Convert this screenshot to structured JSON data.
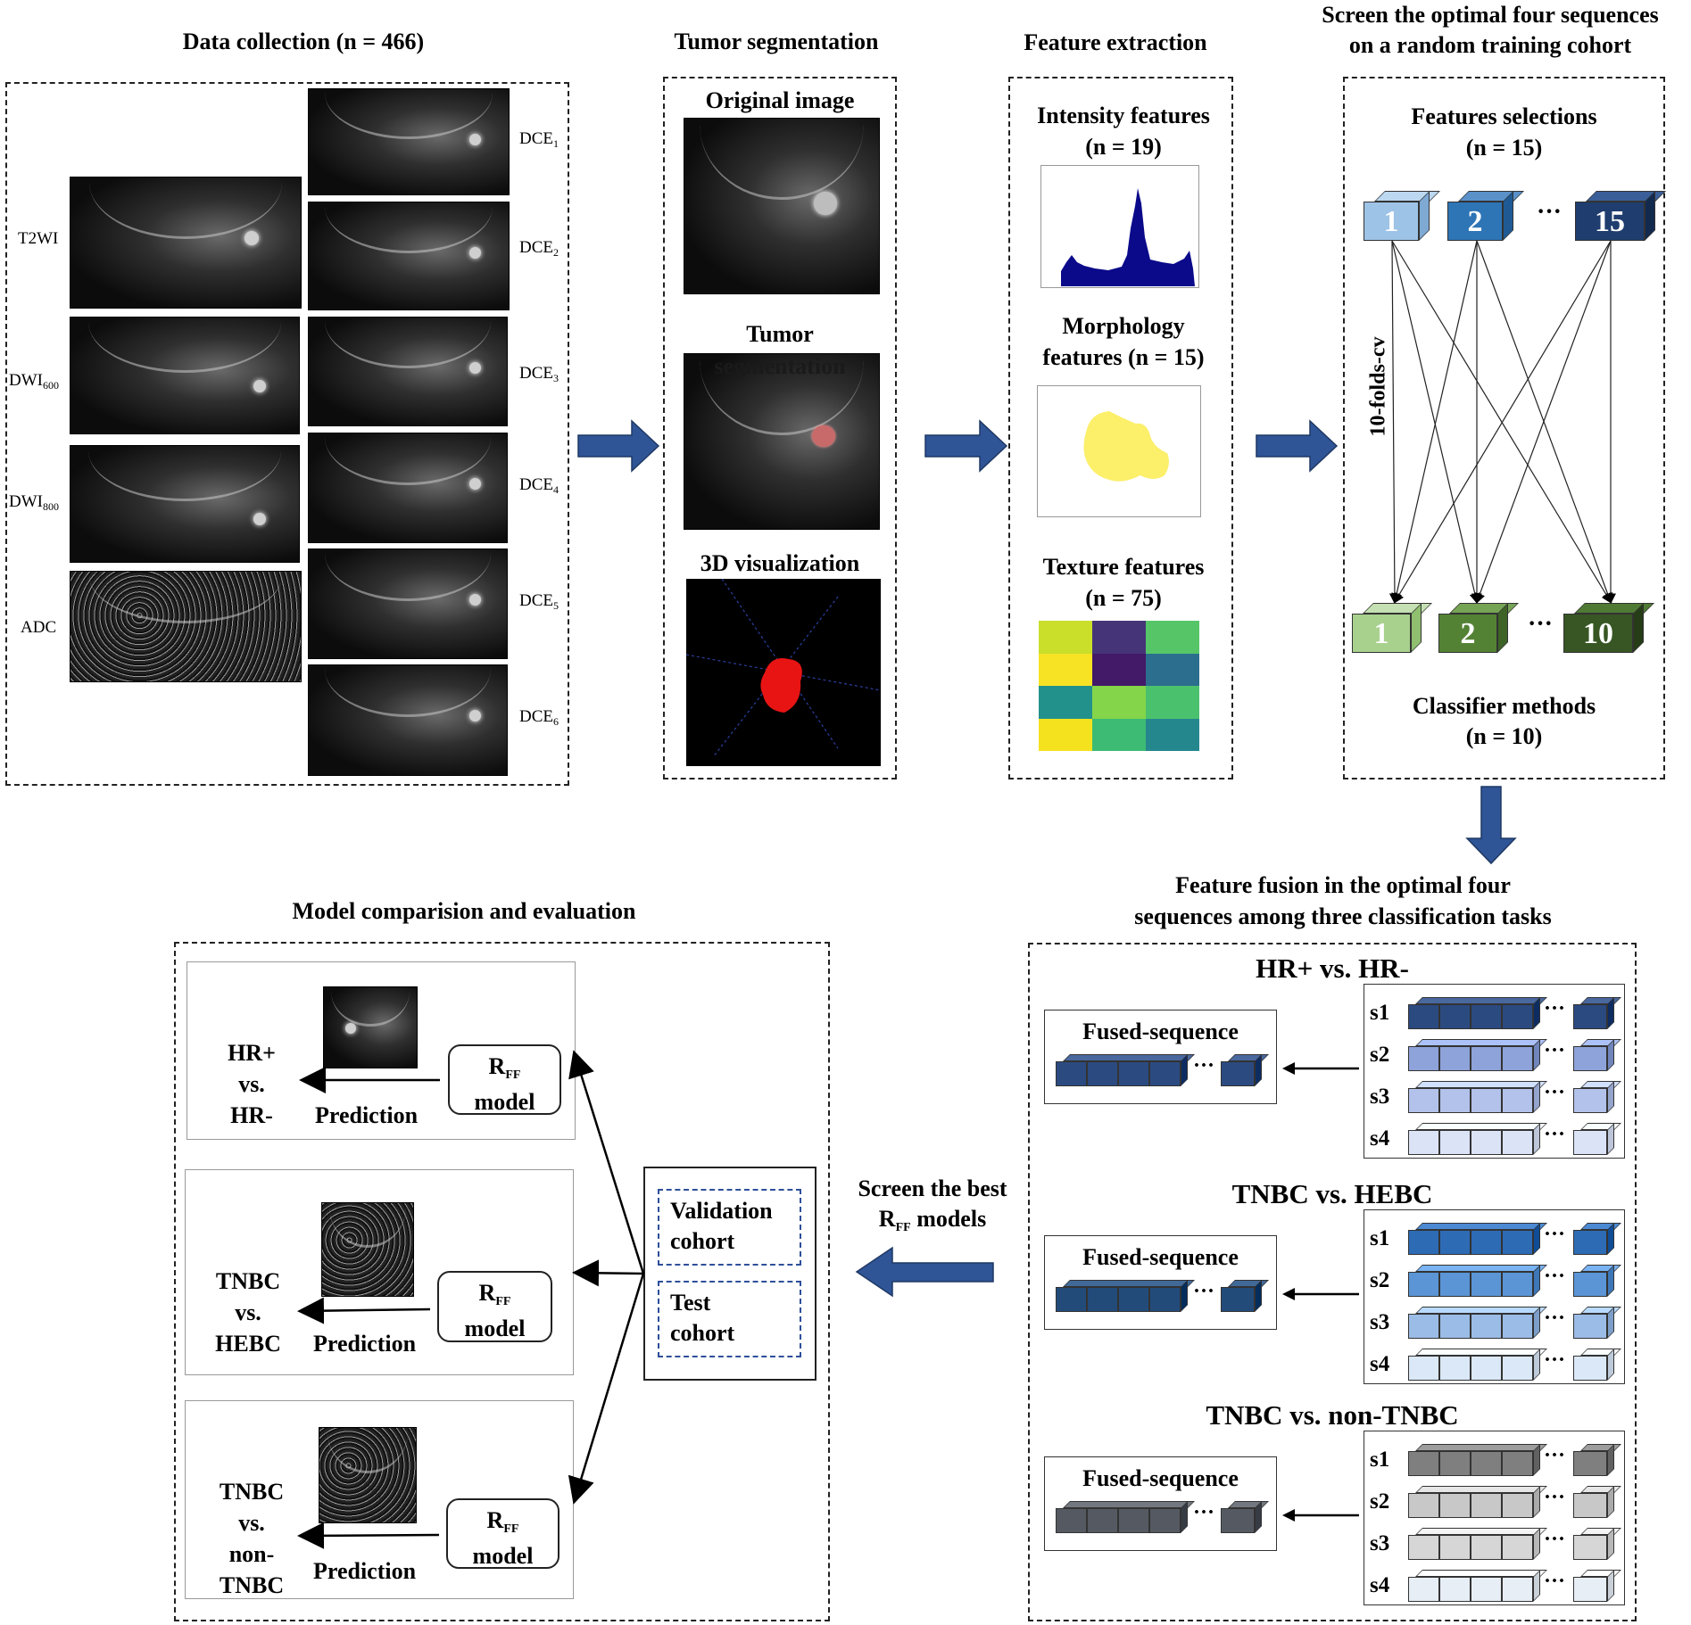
{
  "titles": {
    "data_collection": "Data collection (n = 466)",
    "tumor_segmentation": "Tumor segmentation",
    "feature_extraction": "Feature extraction",
    "screen_line1": "Screen the optimal four sequences",
    "screen_line2": "on a random training cohort",
    "fusion_line1": "Feature fusion in the optimal four",
    "fusion_line2": "sequences among three classification tasks",
    "model_comparison": "Model comparision and evaluation"
  },
  "data_collection": {
    "left_labels": [
      "T2WI",
      "DWI",
      "DWI",
      "ADC"
    ],
    "left_subs": [
      "",
      "600",
      "800",
      ""
    ],
    "dce_labels": [
      "DCE",
      "DCE",
      "DCE",
      "DCE",
      "DCE",
      "DCE"
    ],
    "dce_subs": [
      "1",
      "2",
      "3",
      "4",
      "5",
      "6"
    ]
  },
  "segmentation": {
    "original": "Original image",
    "tumor": "Tumor",
    "tumor_overlap": "segmentation",
    "viz3d": "3D visualization"
  },
  "features": {
    "intensity_line1": "Intensity features",
    "intensity_line2": "(n = 19)",
    "morph_line1": "Morphology",
    "morph_line2": "features (n = 15)",
    "texture_line1": "Texture features",
    "texture_line2": "(n = 75)",
    "texture_colors": [
      "#c9df2a",
      "#463479",
      "#55c567",
      "#f7e324",
      "#431a68",
      "#2c6e8e",
      "#23918b",
      "#85d54a",
      "#4ac16d",
      "#f5e21f",
      "#3dbb74",
      "#24878e"
    ]
  },
  "screening": {
    "feat_sel_line1": "Features selections",
    "feat_sel_line2": "(n = 15)",
    "cv_label": "10-folds-cv",
    "top_cubes": [
      "1",
      "2",
      "15"
    ],
    "bottom_cubes": [
      "1",
      "2",
      "10"
    ],
    "ellipsis": "···",
    "classifier_line1": "Classifier methods",
    "classifier_line2": "(n = 10)"
  },
  "fusion": {
    "tasks": [
      {
        "title": "HR+ vs. HR-",
        "fused": "Fused-sequence",
        "rows": [
          "s1",
          "s2",
          "s3",
          "s4"
        ],
        "fused_color": "#2b4a80",
        "row_colors": [
          "#2b4a80",
          "#8ea3d9",
          "#b3c2ea",
          "#dbe3f7"
        ]
      },
      {
        "title": "TNBC vs. HEBC",
        "fused": "Fused-sequence",
        "rows": [
          "s1",
          "s2",
          "s3",
          "s4"
        ],
        "fused_color": "#234b7a",
        "row_colors": [
          "#2d6bb5",
          "#5b95d6",
          "#9bbce6",
          "#dbe8f7"
        ]
      },
      {
        "title": "TNBC vs. non-TNBC",
        "fused": "Fused-sequence",
        "rows": [
          "s1",
          "s2",
          "s3",
          "s4"
        ],
        "fused_color": "#555a62",
        "row_colors": [
          "#7f7f7f",
          "#c8c8c8",
          "#d6d6d6",
          "#e8eef6"
        ]
      }
    ],
    "ellipsis": "···"
  },
  "screen_best": {
    "line1": "Screen the best",
    "line2_prefix": "R",
    "line2_sub": "FF",
    "line2_suffix": " models"
  },
  "cohorts": {
    "validation_line1": "Validation",
    "validation_line2": "cohort",
    "test_line1": "Test",
    "test_line2": "cohort"
  },
  "models": [
    {
      "task_lines": [
        "HR+",
        "vs.",
        "HR-"
      ],
      "model_prefix": "R",
      "model_sub": "FF",
      "model_line2": "model",
      "prediction": "Prediction"
    },
    {
      "task_lines": [
        "TNBC",
        "vs.",
        "HEBC"
      ],
      "model_prefix": "R",
      "model_sub": "FF",
      "model_line2": "model",
      "prediction": "Prediction"
    },
    {
      "task_lines": [
        "TNBC",
        "vs.",
        "non-",
        "TNBC"
      ],
      "model_prefix": "R",
      "model_sub": "FF",
      "model_line2": "model",
      "prediction": "Prediction"
    }
  ],
  "colors": {
    "arrow_blue": "#2f5597",
    "arrow_dark": "#1f3864",
    "cohort_border": "#2e4f9a"
  }
}
